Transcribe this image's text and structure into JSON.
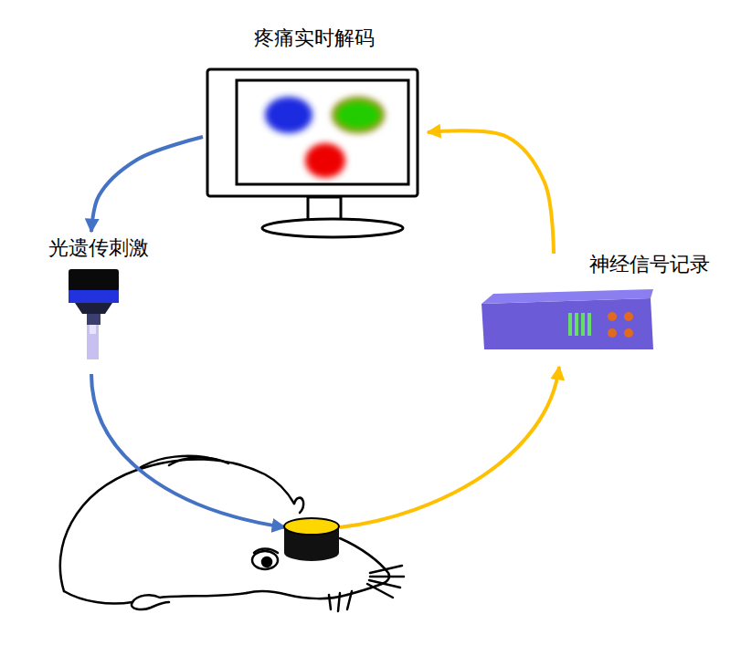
{
  "diagram": {
    "nodes": [
      {
        "text": [
          "疼痛实时解码"
        ]
      },
      {
        "text": [
          "光遗传刺激"
        ]
      },
      {
        "text": [
          "神经信号记录"
        ]
      }
    ],
    "edges": [
      {
        "from": 0,
        "to": 1,
        "arrow": "to"
      },
      {
        "from": 2,
        "to": 0,
        "arrow": "to"
      }
    ]
  }
}
